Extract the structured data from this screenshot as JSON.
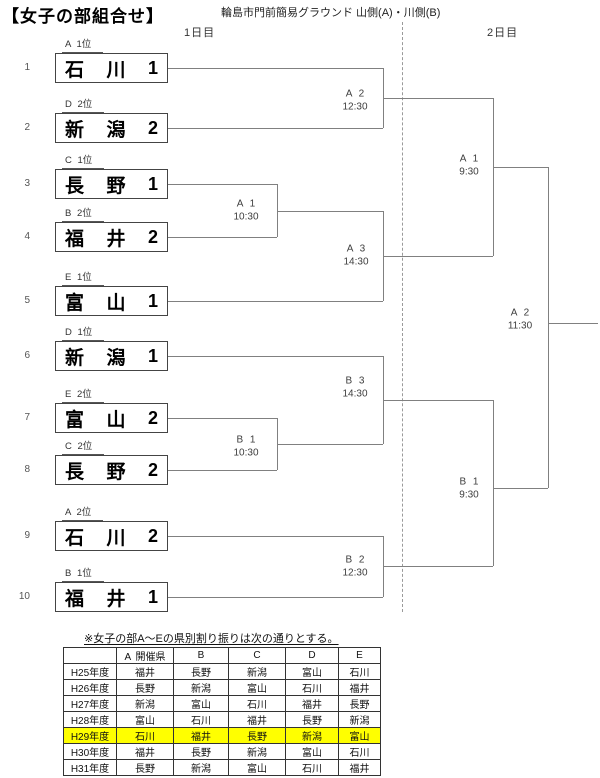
{
  "title": "【女子の部組合せ】",
  "venue": "輪島市門前簡易グラウンド 山側(A)・川側(B)",
  "day1_label": "1日目",
  "day2_label": "2日目",
  "bracket": {
    "slots": [
      {
        "no": "1",
        "seed": "A 1位",
        "team": "石川",
        "rank": "1"
      },
      {
        "no": "2",
        "seed": "D 2位",
        "team": "新潟",
        "rank": "2"
      },
      {
        "no": "3",
        "seed": "C 1位",
        "team": "長野",
        "rank": "1"
      },
      {
        "no": "4",
        "seed": "B 2位",
        "team": "福井",
        "rank": "2"
      },
      {
        "no": "5",
        "seed": "E 1位",
        "team": "富山",
        "rank": "1"
      },
      {
        "no": "6",
        "seed": "D 1位",
        "team": "新潟",
        "rank": "1"
      },
      {
        "no": "7",
        "seed": "E 2位",
        "team": "富山",
        "rank": "2"
      },
      {
        "no": "8",
        "seed": "C 2位",
        "team": "長野",
        "rank": "2"
      },
      {
        "no": "9",
        "seed": "A 2位",
        "team": "石川",
        "rank": "2"
      },
      {
        "no": "10",
        "seed": "B 1位",
        "team": "福井",
        "rank": "1"
      }
    ],
    "matches": [
      {
        "id": "A 2",
        "time": "12:30"
      },
      {
        "id": "A 1",
        "time": "10:30"
      },
      {
        "id": "A 3",
        "time": "14:30"
      },
      {
        "id": "A 1",
        "time": "9:30"
      },
      {
        "id": "B 1",
        "time": "10:30"
      },
      {
        "id": "B 3",
        "time": "14:30"
      },
      {
        "id": "B 2",
        "time": "12:30"
      },
      {
        "id": "B 1",
        "time": "9:30"
      },
      {
        "id": "A 2",
        "time": "11:30"
      }
    ]
  },
  "note": "※女子の部A～Eの県別割り振りは次の通りとする。",
  "table": {
    "headers": [
      "",
      "A 開催県",
      "B",
      "C",
      "D",
      "E"
    ],
    "rows": [
      {
        "year": "H25年度",
        "cells": [
          "福井",
          "長野",
          "新潟",
          "富山",
          "石川"
        ],
        "highlight": false
      },
      {
        "year": "H26年度",
        "cells": [
          "長野",
          "新潟",
          "富山",
          "石川",
          "福井"
        ],
        "highlight": false
      },
      {
        "year": "H27年度",
        "cells": [
          "新潟",
          "富山",
          "石川",
          "福井",
          "長野"
        ],
        "highlight": false
      },
      {
        "year": "H28年度",
        "cells": [
          "富山",
          "石川",
          "福井",
          "長野",
          "新潟"
        ],
        "highlight": false
      },
      {
        "year": "H29年度",
        "cells": [
          "石川",
          "福井",
          "長野",
          "新潟",
          "富山"
        ],
        "highlight": true
      },
      {
        "year": "H30年度",
        "cells": [
          "福井",
          "長野",
          "新潟",
          "富山",
          "石川"
        ],
        "highlight": false
      },
      {
        "year": "H31年度",
        "cells": [
          "長野",
          "新潟",
          "富山",
          "石川",
          "福井"
        ],
        "highlight": false
      }
    ]
  },
  "colors": {
    "highlight": "#ffff00",
    "line": "#808080"
  }
}
